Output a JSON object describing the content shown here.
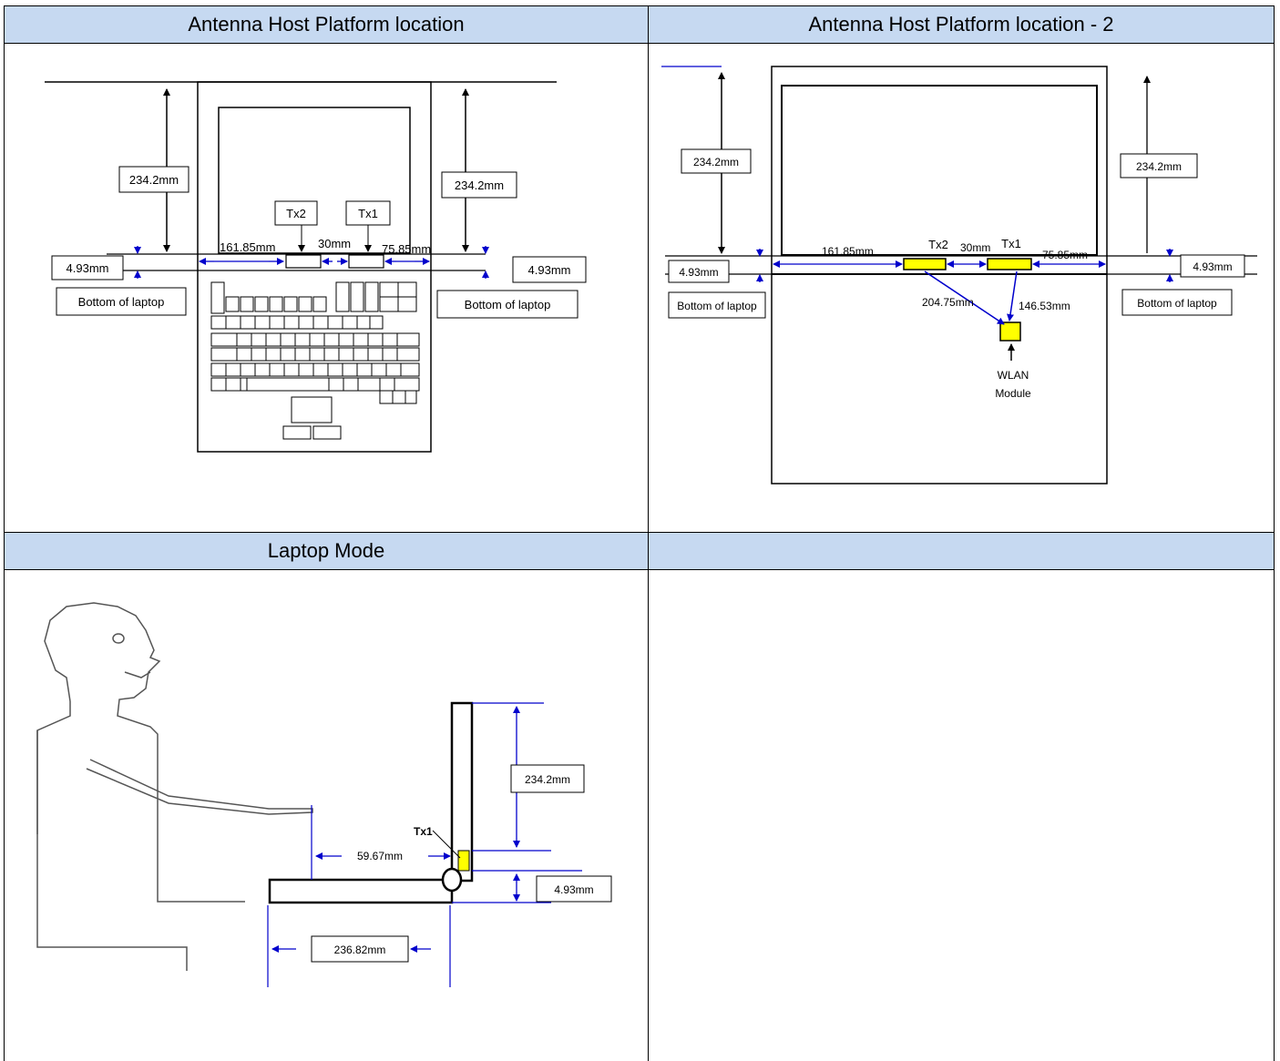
{
  "headers": {
    "top_left": "Antenna Host Platform location",
    "top_right": "Antenna Host Platform location - 2",
    "bottom_left": "Laptop Mode",
    "bottom_right": ""
  },
  "diagram1": {
    "height_left": "234.2mm",
    "height_right": "234.2mm",
    "tx2": "Tx2",
    "tx1": "Tx1",
    "dist_left": "161.85mm",
    "dist_between": "30mm",
    "dist_right": "75.85mm",
    "thickness_left": "4.93mm",
    "thickness_right": "4.93mm",
    "bottom_left": "Bottom of laptop",
    "bottom_right": "Bottom of laptop"
  },
  "diagram2": {
    "height_left": "234.2mm",
    "height_right": "234.2mm",
    "tx2": "Tx2",
    "tx1": "Tx1",
    "dist_left": "161.85mm",
    "dist_between": "30mm",
    "dist_right": "75.85mm",
    "thickness_left": "4.93mm",
    "thickness_right": "4.93mm",
    "bottom_left": "Bottom of laptop",
    "bottom_right": "Bottom of laptop",
    "diag_tx2": "204.75mm",
    "diag_tx1": "146.53mm",
    "wlan_line1": "WLAN",
    "wlan_line2": "Module"
  },
  "diagram3": {
    "height": "234.2mm",
    "tx1": "Tx1",
    "dist_hand": "59.67mm",
    "thickness": "4.93mm",
    "base_length": "236.82mm"
  },
  "colors": {
    "header_bg": "#c6d9f1",
    "arrow_blue": "#0000cc",
    "antenna_yellow": "#ffff00"
  }
}
